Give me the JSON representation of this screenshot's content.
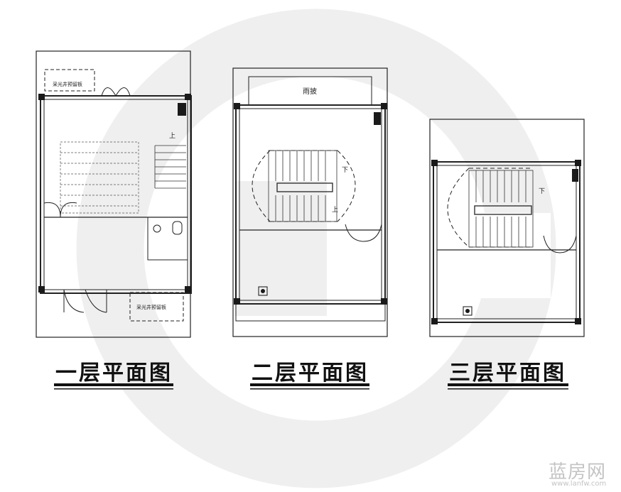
{
  "plans": [
    {
      "title": "一层平面图",
      "annotations": [
        "采光井预留板",
        "上",
        "采光井预留板"
      ]
    },
    {
      "title": "二层平面图",
      "annotations": [
        "雨披",
        "下",
        "上"
      ]
    },
    {
      "title": "三层平面图",
      "annotations": [
        "下"
      ]
    }
  ],
  "watermark": {
    "name": "蓝房网",
    "url": "www.lanfw.com"
  },
  "colors": {
    "wall": "#1a1a1a",
    "line": "#333333",
    "watermark": "#efefef",
    "background": "#ffffff"
  }
}
